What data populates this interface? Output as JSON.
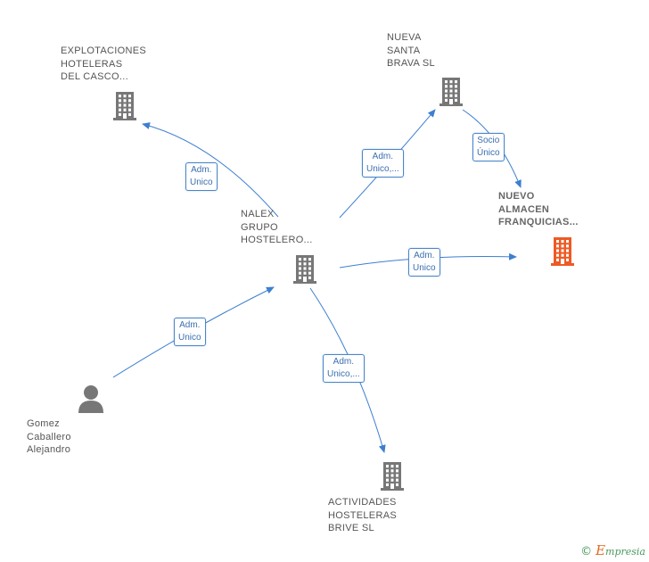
{
  "nodes": {
    "explotaciones": {
      "label_lines": [
        "EXPLOTACIONES",
        "HOTELERAS",
        "DEL CASCO..."
      ],
      "type": "company",
      "color": "#777777"
    },
    "nueva_santa": {
      "label_lines": [
        "NUEVA",
        "SANTA",
        "BRAVA  SL"
      ],
      "type": "company",
      "color": "#777777"
    },
    "nuevo_almacen": {
      "label_lines": [
        "NUEVO",
        "ALMACEN",
        "FRANQUICIAS..."
      ],
      "type": "company",
      "color": "#ee5a24",
      "highlight": true
    },
    "nalex": {
      "label_lines": [
        "NALEX",
        "GRUPO",
        "HOSTELERO..."
      ],
      "type": "company",
      "color": "#777777"
    },
    "gomez": {
      "label_lines": [
        "Gomez",
        "Caballero",
        "Alejandro"
      ],
      "type": "person",
      "color": "#777777"
    },
    "actividades": {
      "label_lines": [
        "ACTIVIDADES",
        "HOSTELERAS",
        "BRIVE SL"
      ],
      "type": "company",
      "color": "#777777"
    }
  },
  "edges": {
    "nalex_explotaciones": {
      "lines": [
        "Adm.",
        "Unico"
      ]
    },
    "nalex_nueva_santa": {
      "lines": [
        "Adm.",
        "Unico,..."
      ]
    },
    "nueva_santa_nuevo_almacen": {
      "lines": [
        "Socio",
        "Único"
      ]
    },
    "nalex_nuevo_almacen": {
      "lines": [
        "Adm.",
        "Unico"
      ]
    },
    "gomez_nalex": {
      "lines": [
        "Adm.",
        "Unico"
      ]
    },
    "nalex_actividades": {
      "lines": [
        "Adm.",
        "Unico,..."
      ]
    }
  },
  "colors": {
    "edge": "#3d7fd0",
    "node_gray": "#777777",
    "node_highlight": "#ee5a24"
  },
  "footer": {
    "copyright_symbol": "©",
    "brand_initial": "E",
    "brand_rest": "mpresia"
  }
}
